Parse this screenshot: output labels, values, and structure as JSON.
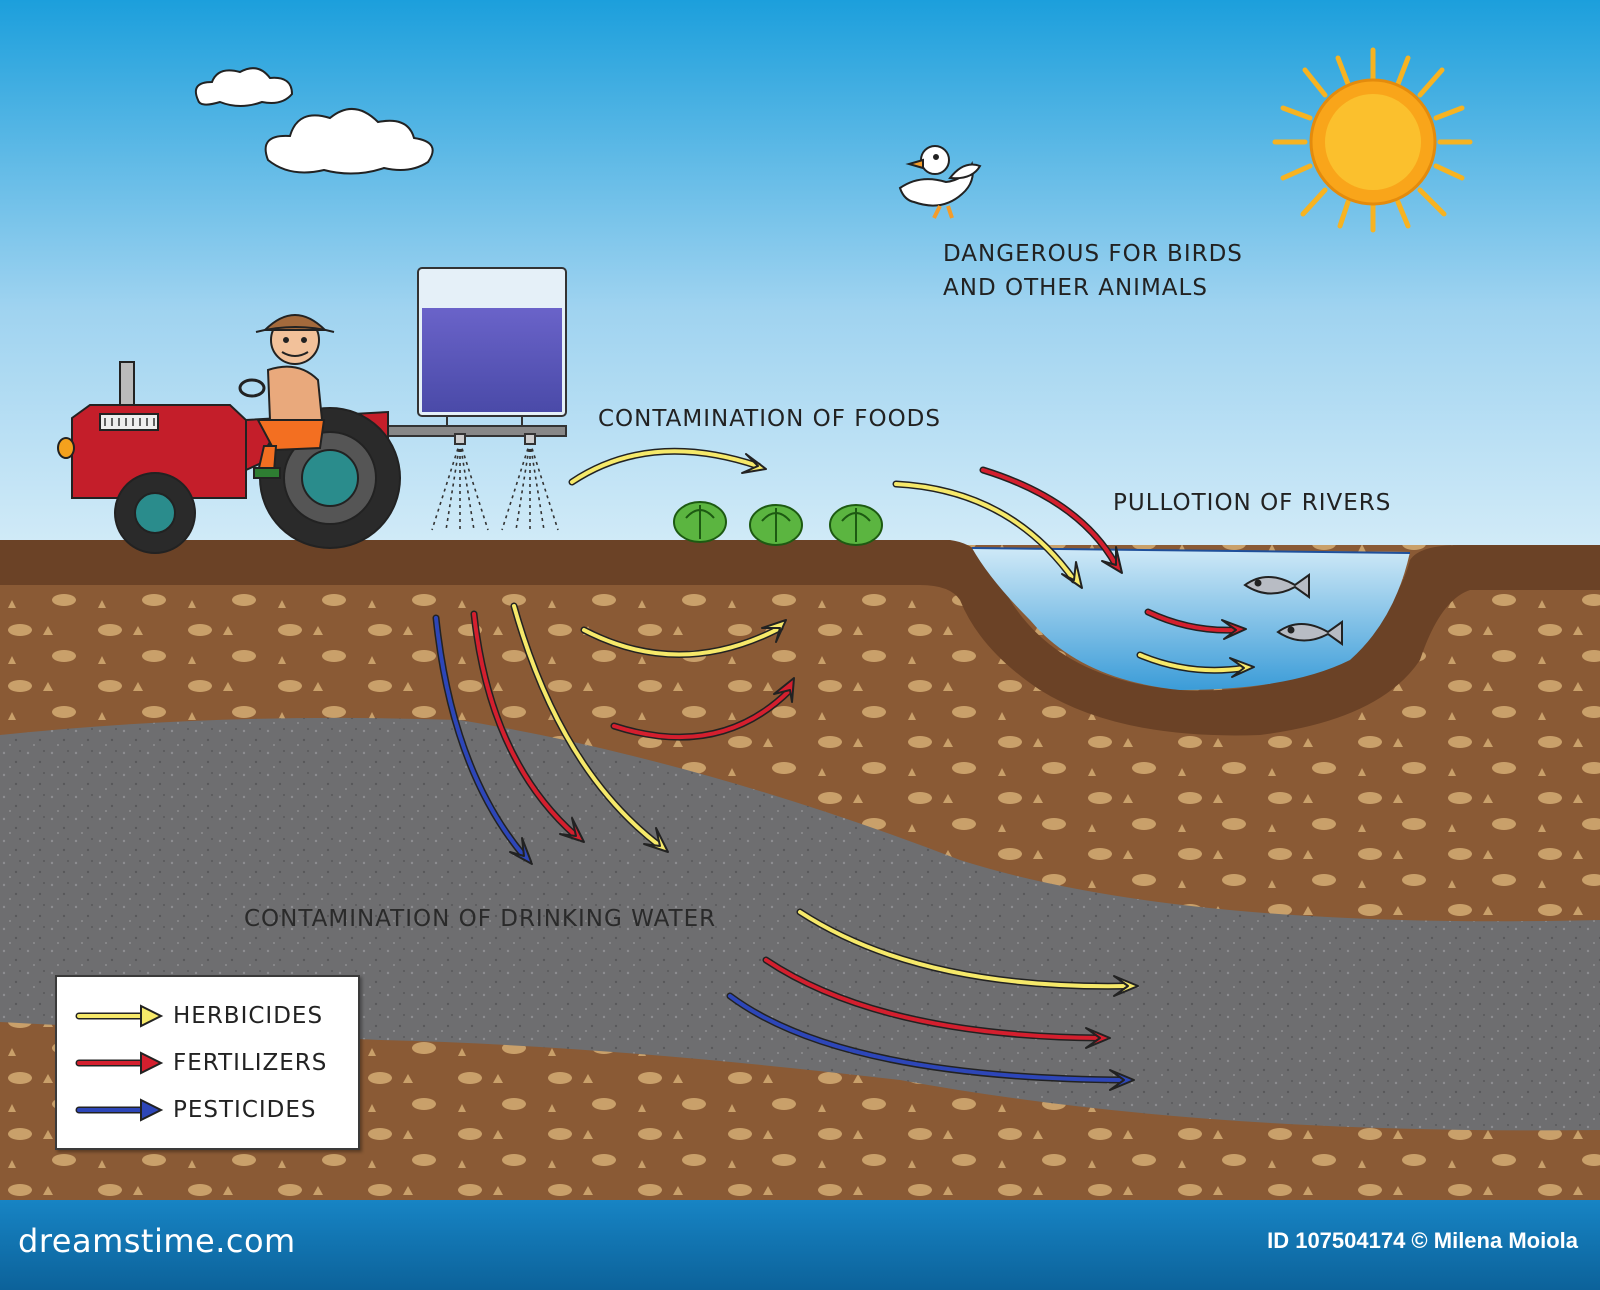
{
  "labels": {
    "birds_line1": "DANGEROUS FOR BIRDS",
    "birds_line2": "AND OTHER ANIMALS",
    "foods": "CONTAMINATION OF FOODS",
    "rivers": "PULLOTION OF RIVERS",
    "drinking_water": "CONTAMINATION OF DRINKING WATER"
  },
  "legend": {
    "items": [
      {
        "label": "HERBICIDES",
        "color": "#f6e96a"
      },
      {
        "label": "FERTILIZERS",
        "color": "#d41f2e"
      },
      {
        "label": "PESTICIDES",
        "color": "#2d46b8"
      }
    ]
  },
  "footer": {
    "site": "dreamstime.com",
    "credit": "ID 107504174 © Milena Moiola"
  },
  "colors": {
    "sky_top": "#1c9fdc",
    "sky_bottom": "#d4ecf8",
    "topsoil": "#6b4226",
    "soil": "#8a5a35",
    "rock_layer": "#6e6e70",
    "water": "#4aa8dd",
    "tractor": "#c41e2a",
    "tank_liquid": "#5b57b4",
    "sun": "#f9a51a"
  }
}
